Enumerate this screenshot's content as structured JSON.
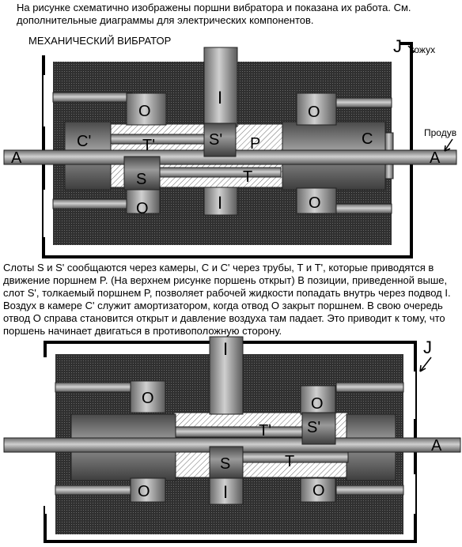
{
  "intro_text": "На рисунке схематично изображены поршни вибратора и показана их работа. См. дополнительные диаграммы для электрических компонентов.",
  "top_title": "МЕХАНИЧЕСКИЙ ВИБРАТОР",
  "description": "Слоты S и S' сообщаются через камеры, C и C' через трубы, T и T', которые приводятся в движение поршнем P. (На верхнем рисунке поршень открыт) В позиции, приведенной выше, слот S', толкаемый поршнем P, позволяет рабочей жидкости попадать внутрь через подвод I. Воздух в камере C' служит амортизатором, когда отвод O закрыт поршнем. В свою очередь отвод O справа становится открыт и давление воздуха там падает. Это приводит к тому, что поршень начинает двигаться в противоположную сторону.",
  "labels": {
    "casing_letter": "J",
    "casing_word": "кожух",
    "blowdown": "Продув",
    "rod_end": "A",
    "inlet": "I",
    "outlet": "O",
    "chamber_left": "C'",
    "chamber_right": "C",
    "slot_upper": "S'",
    "slot_lower": "S",
    "tube_upper": "T'",
    "tube_lower": "T",
    "piston": "P"
  },
  "colors": {
    "housing": "#404040",
    "bore": "#f2f2f2",
    "part_dark": "#595959",
    "part_mid": "#a6a6a6",
    "part_light": "#d9d9d9"
  }
}
